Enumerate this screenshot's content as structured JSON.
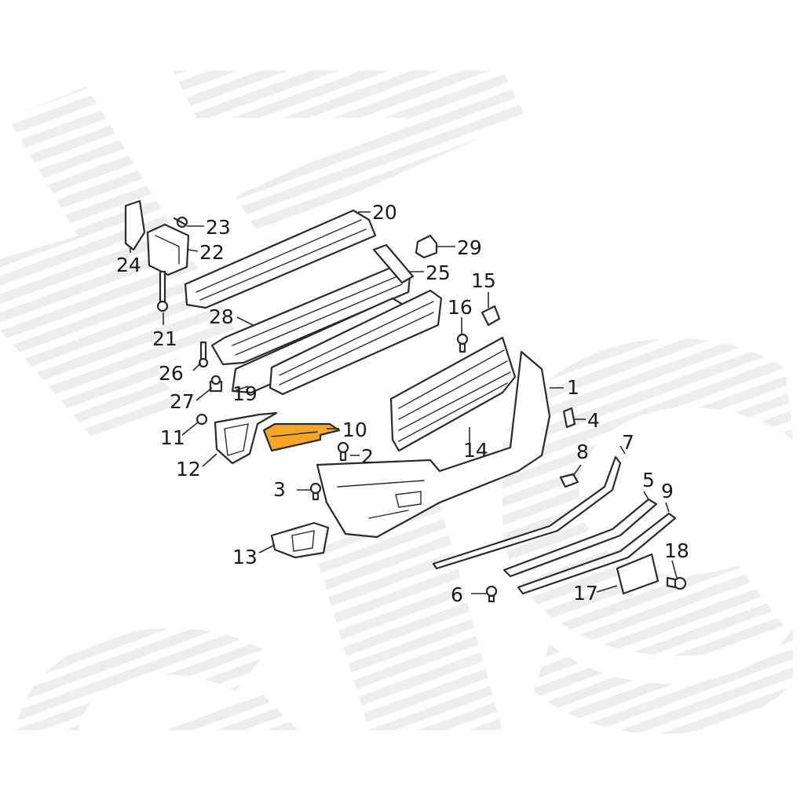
{
  "diagram": {
    "highlight_color": "#f6a623",
    "line_color": "#2b2b2b",
    "watermark_color": "#eeeeee",
    "highlighted_part": "10",
    "callouts": [
      {
        "id": "c1",
        "label": "1"
      },
      {
        "id": "c2",
        "label": "2"
      },
      {
        "id": "c3",
        "label": "3"
      },
      {
        "id": "c4",
        "label": "4"
      },
      {
        "id": "c5",
        "label": "5"
      },
      {
        "id": "c6",
        "label": "6"
      },
      {
        "id": "c7",
        "label": "7"
      },
      {
        "id": "c8",
        "label": "8"
      },
      {
        "id": "c9",
        "label": "9"
      },
      {
        "id": "c10",
        "label": "10"
      },
      {
        "id": "c11",
        "label": "11"
      },
      {
        "id": "c12",
        "label": "12"
      },
      {
        "id": "c13",
        "label": "13"
      },
      {
        "id": "c14",
        "label": "14"
      },
      {
        "id": "c15",
        "label": "15"
      },
      {
        "id": "c16",
        "label": "16"
      },
      {
        "id": "c17",
        "label": "17"
      },
      {
        "id": "c18",
        "label": "18"
      },
      {
        "id": "c19",
        "label": "19"
      },
      {
        "id": "c20",
        "label": "20"
      },
      {
        "id": "c21",
        "label": "21"
      },
      {
        "id": "c22",
        "label": "22"
      },
      {
        "id": "c23",
        "label": "23"
      },
      {
        "id": "c24",
        "label": "24"
      },
      {
        "id": "c25",
        "label": "25"
      },
      {
        "id": "c26",
        "label": "26"
      },
      {
        "id": "c27",
        "label": "27"
      },
      {
        "id": "c28",
        "label": "28"
      },
      {
        "id": "c29",
        "label": "29"
      }
    ]
  }
}
